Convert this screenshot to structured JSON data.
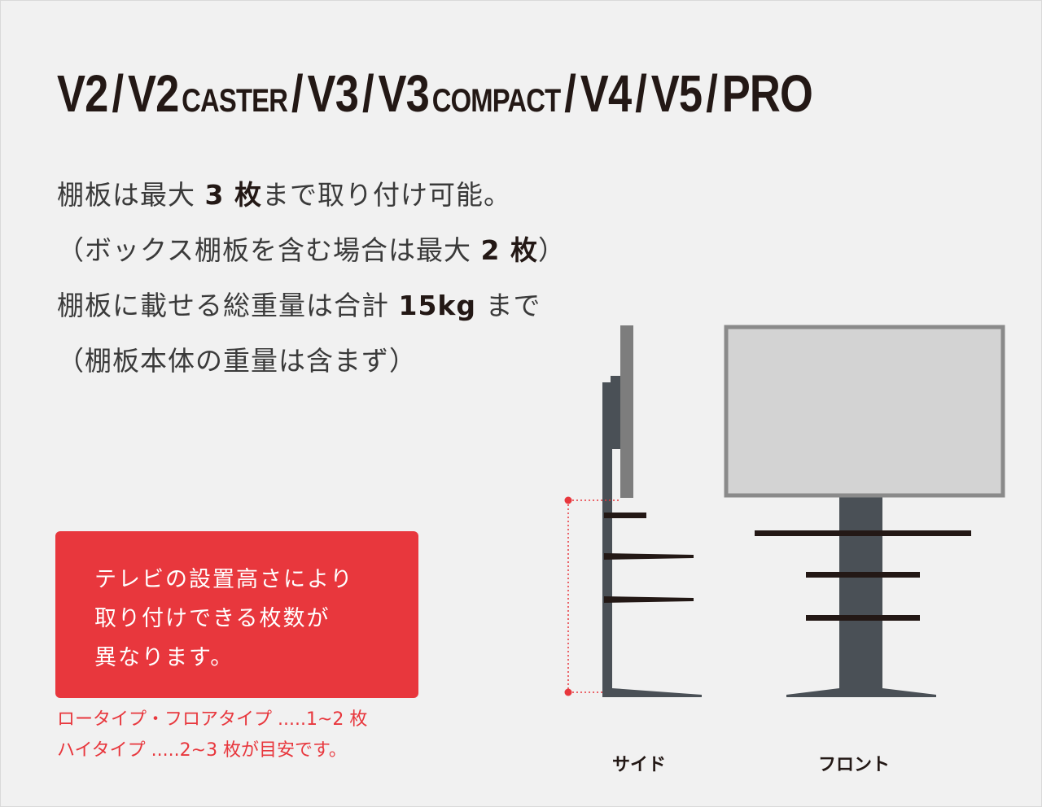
{
  "header": {
    "v2": "V2",
    "v2_caster_main": "V2",
    "v2_caster_sub": "CASTER",
    "v3": "V3",
    "v3_compact_main": "V3",
    "v3_compact_sub": "COMPACT",
    "v4": "V4",
    "v5": "V5",
    "pro": "PRO",
    "separator": "/"
  },
  "description": {
    "line1_pre": "棚板は最大 ",
    "line1_num": "3 枚",
    "line1_post": "まで取り付け可能。",
    "line2_pre": "（ボックス棚板を含む場合は最大 ",
    "line2_num": "2 枚",
    "line2_post": "）",
    "line3_pre": "棚板に載せる総重量は合計 ",
    "line3_num": "15kg",
    "line3_post": " まで",
    "line4": "（棚板本体の重量は含まず）"
  },
  "notice": {
    "line1": "テレビの設置高さにより",
    "line2": "取り付けできる枚数が",
    "line3": "異なります。"
  },
  "note": {
    "line1": "ロータイプ・フロアタイプ .....1~2 枚",
    "line2": "ハイタイプ .....2~3 枚が目安です。"
  },
  "diagram": {
    "side_label": "サイド",
    "front_label": "フロント"
  },
  "colors": {
    "accent_red": "#e8373d",
    "text_dark": "#231815",
    "pole": "#4a5056",
    "shelf": "#231815",
    "screen": "#d3d3d3",
    "frame": "#8a8a8a"
  }
}
